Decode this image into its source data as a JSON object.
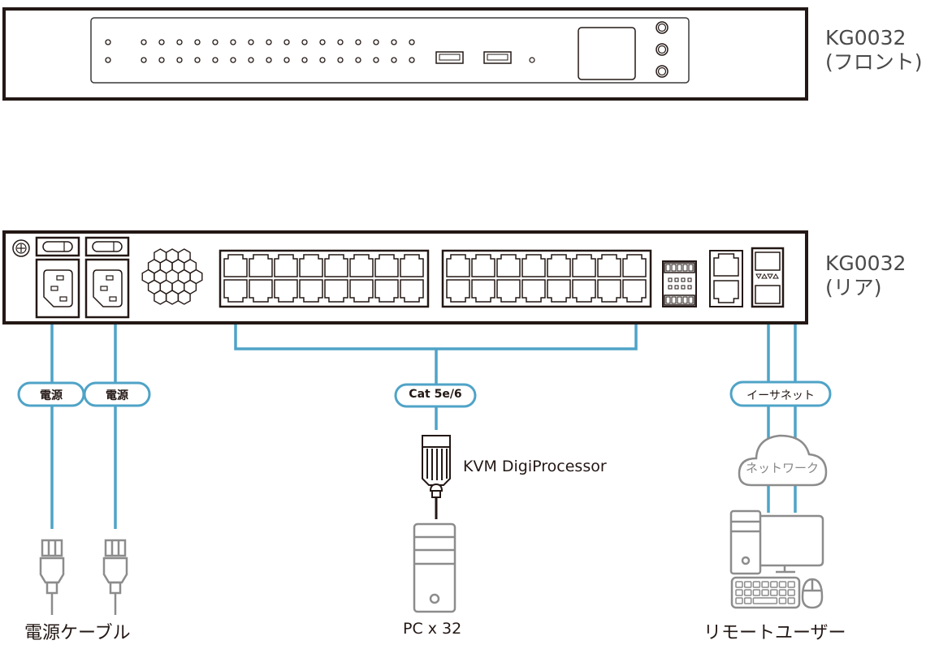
{
  "front_unit": {
    "model": "KG0032",
    "view": "(フロント)",
    "led_columns": 16,
    "usb_ports": 2,
    "buttons": 3
  },
  "rear_unit": {
    "model": "KG0032",
    "view": "(リア)",
    "power_inlets": 2,
    "kvm_ports": 32
  },
  "cables": {
    "power": "電源",
    "power2": "電源",
    "cat": "Cat 5e/6",
    "ethernet": "イーサネット"
  },
  "devices": {
    "power_cable": "電源ケーブル",
    "digiprocessor": "KVM DigiProcessor",
    "pc": "PC x 32",
    "network": "ネットワーク",
    "remote_user": "リモートユーザー"
  },
  "colors": {
    "cable": "#4fa3c7",
    "device_outline": "#231815",
    "icon_gray": "#8c8c8c"
  }
}
